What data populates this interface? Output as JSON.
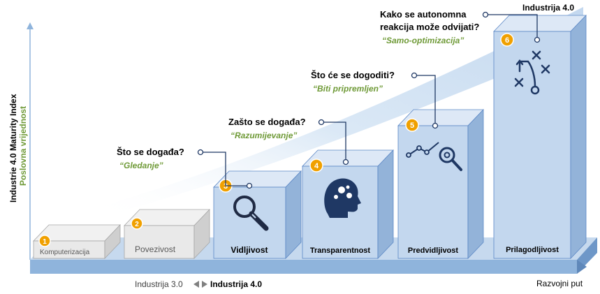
{
  "y_axis": {
    "label_primary": "Industrie 4.0 Maturity Index",
    "label_secondary": "Poslovna vrijednost"
  },
  "x_axis": {
    "left_label": "Industrija 3.0",
    "right_label": "Industrija 4.0",
    "end_label": "Razvojni put"
  },
  "top_label": "Industrija 4.0",
  "stages": [
    {
      "number": "1",
      "name": "Komputerizacija"
    },
    {
      "number": "2",
      "name": "Povezivost"
    },
    {
      "number": "3",
      "name": "Vidljivost",
      "question": "Što se događa?",
      "answer": "“Gledanje”"
    },
    {
      "number": "4",
      "name": "Transparentnost",
      "question": "Zašto se događa?",
      "answer": "“Razumijevanje”"
    },
    {
      "number": "5",
      "name": "Predvidljivost",
      "question": "Što će se dogoditi?",
      "answer": "“Biti pripremljen”"
    },
    {
      "number": "6",
      "name": "Prilagodljivost",
      "question_line1": "Kako se autonomna",
      "question_line2": "reakcija može odvijati?",
      "answer": "“Samo-optimizacija”"
    }
  ],
  "icons": {
    "stage3": "magnifier-icon",
    "stage4": "head-gears-icon",
    "stage5": "analytics-magnifier-icon",
    "stage6": "strategy-play-icon"
  },
  "colors": {
    "accent_orange": "#f0a000",
    "navy": "#1f3864",
    "green": "#6f9a37",
    "base_blue": "#8fb4dc",
    "box_front": "#c3d7ee",
    "box_top": "#dde8f6",
    "box_side": "#93b3d9",
    "grey_front": "#e9e9e9",
    "swoosh": "#c9ddf1"
  }
}
